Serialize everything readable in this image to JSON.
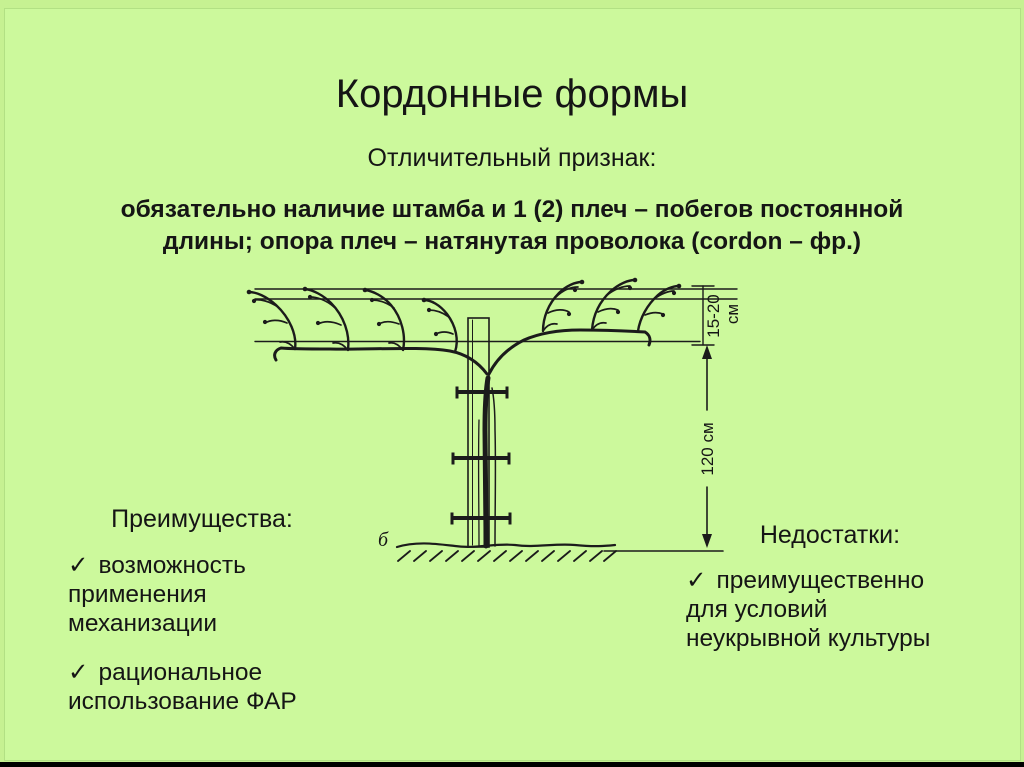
{
  "colors": {
    "background": "#ccf99c",
    "outer_band": "#c6f192",
    "frame_line": "#b2e084",
    "bottom_bar": "#000000",
    "ink": "#151515"
  },
  "slide": {
    "title": "Кордонные формы",
    "subtitle": "Отличительный признак:",
    "definition": {
      "line1": "обязательно наличие штамба и 1 (2) плеч – побегов постоянной",
      "line2": "длины; опора плеч – натянутая проволока (cordon – фр.)"
    }
  },
  "diagram": {
    "dim_top": "15-20",
    "dim_top_unit": "см",
    "dim_trunk": "120 см",
    "figure_label": "б"
  },
  "advantages": {
    "heading": "Преимущества:",
    "check": "✓",
    "items": [
      {
        "lines": [
          "возможность",
          "применения",
          "механизации"
        ]
      },
      {
        "lines": [
          "рациональное",
          "использование ФАР"
        ]
      }
    ]
  },
  "disadvantages": {
    "heading": "Недостатки:",
    "check": "✓",
    "items": [
      {
        "lines": [
          "преимущественно",
          "для условий",
          "неукрывной культуры"
        ]
      }
    ]
  }
}
